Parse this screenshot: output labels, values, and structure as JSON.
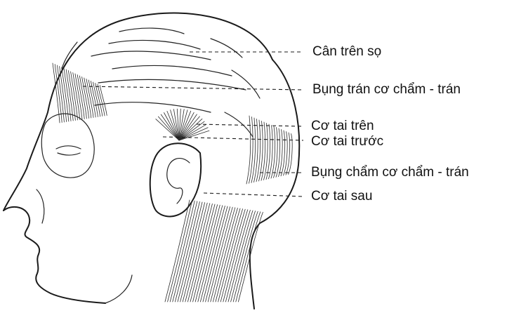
{
  "labels": [
    {
      "id": "can-tren-so",
      "text": "Cân trên sọ"
    },
    {
      "id": "bung-tran",
      "text": "Bụng trán cơ chẩm - trán"
    },
    {
      "id": "co-tai-tren",
      "text": "Cơ tai trên"
    },
    {
      "id": "co-tai-truoc",
      "text": "Cơ tai trước"
    },
    {
      "id": "bung-cham",
      "text": "Bụng chẩm cơ chẩm - trán"
    },
    {
      "id": "co-tai-sau",
      "text": "Cơ tai sau"
    }
  ],
  "colors": {
    "ink": "#1a1a1a",
    "background": "#ffffff"
  }
}
